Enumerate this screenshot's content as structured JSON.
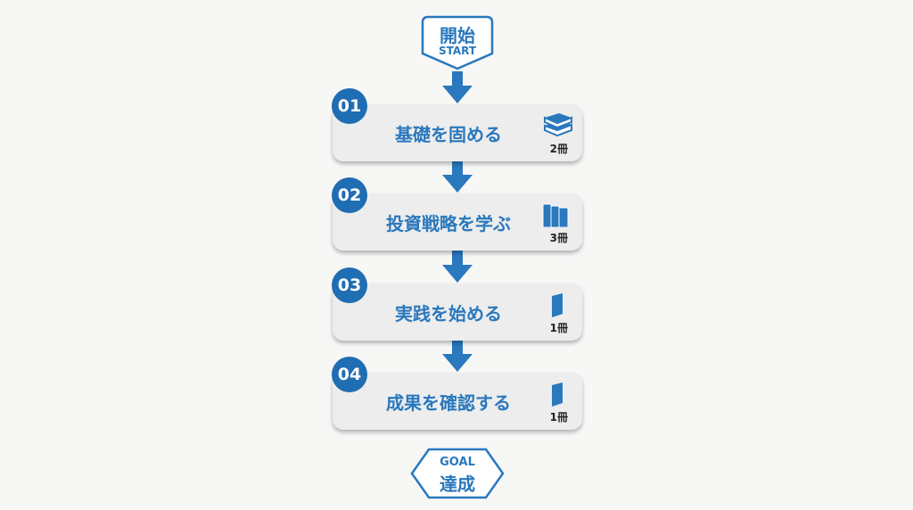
{
  "start": {
    "title": "開始",
    "subtitle": "START"
  },
  "steps": [
    {
      "number": "01",
      "title": "基礎を固める",
      "count": "2冊",
      "icon": "book-stack-icon"
    },
    {
      "number": "02",
      "title": "投資戦略を学ぶ",
      "count": "3冊",
      "icon": "books-upright-icon"
    },
    {
      "number": "03",
      "title": "実践を始める",
      "count": "1冊",
      "icon": "book-icon"
    },
    {
      "number": "04",
      "title": "成果を確認する",
      "count": "1冊",
      "icon": "book-icon"
    }
  ],
  "goal": {
    "title": "GOAL",
    "subtitle": "達成"
  },
  "colors": {
    "accent": "#2a78bd",
    "circle": "#1f6db3",
    "card": "#ecedec"
  }
}
